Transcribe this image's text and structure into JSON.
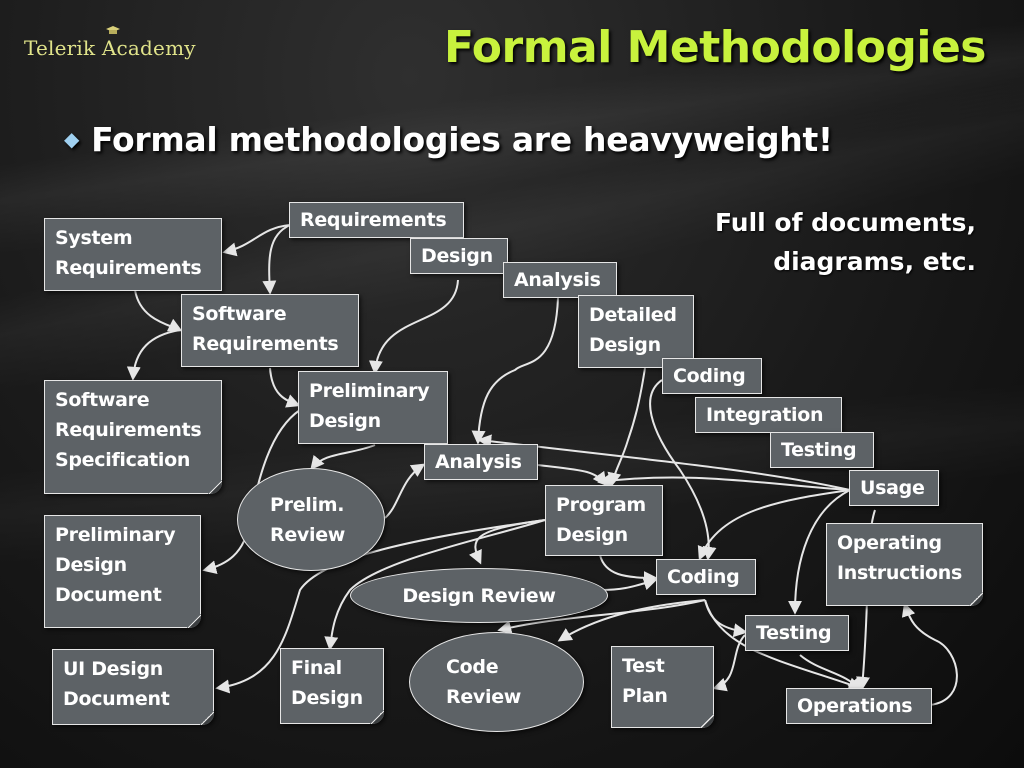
{
  "header": {
    "logo": "Telerik Academy",
    "title": "Formal Methodologies",
    "bullet": "Formal methodologies are heavyweight!"
  },
  "note": {
    "line1": "Full of documents,",
    "line2": "diagrams, etc."
  },
  "nodes": {
    "requirements": "Requirements",
    "design_top": "Design",
    "analysis_top": "Analysis",
    "system_requirements": [
      "System",
      "Requirements"
    ],
    "software_requirements": [
      "Software",
      "Requirements"
    ],
    "detailed_design": [
      "Detailed",
      "Design"
    ],
    "coding_top": "Coding",
    "integration": "Integration",
    "testing_top": "Testing",
    "usage": "Usage",
    "srs": [
      "Software",
      "Requirements",
      "Specification"
    ],
    "preliminary_design": [
      "Preliminary",
      "Design"
    ],
    "analysis_mid": "Analysis",
    "prelim_review": [
      "Prelim.",
      "Review"
    ],
    "program_design": [
      "Program",
      "Design"
    ],
    "operating_instructions": [
      "Operating",
      "Instructions"
    ],
    "preliminary_design_document": [
      "Preliminary",
      "Design",
      "Document"
    ],
    "design_review": "Design Review",
    "coding_mid": "Coding",
    "testing_mid": "Testing",
    "ui_design_document": [
      "UI Design",
      "Document"
    ],
    "final_design": [
      "Final",
      "Design"
    ],
    "code_review": [
      "Code",
      "Review"
    ],
    "test_plan": [
      "Test",
      "Plan"
    ],
    "operations": "Operations"
  },
  "colors": {
    "title": "#c8f23d",
    "logo": "#e0e38a",
    "node_fill": "#5d6266",
    "node_border": "#e6e6e6",
    "arrow": "#e6e6e6"
  }
}
